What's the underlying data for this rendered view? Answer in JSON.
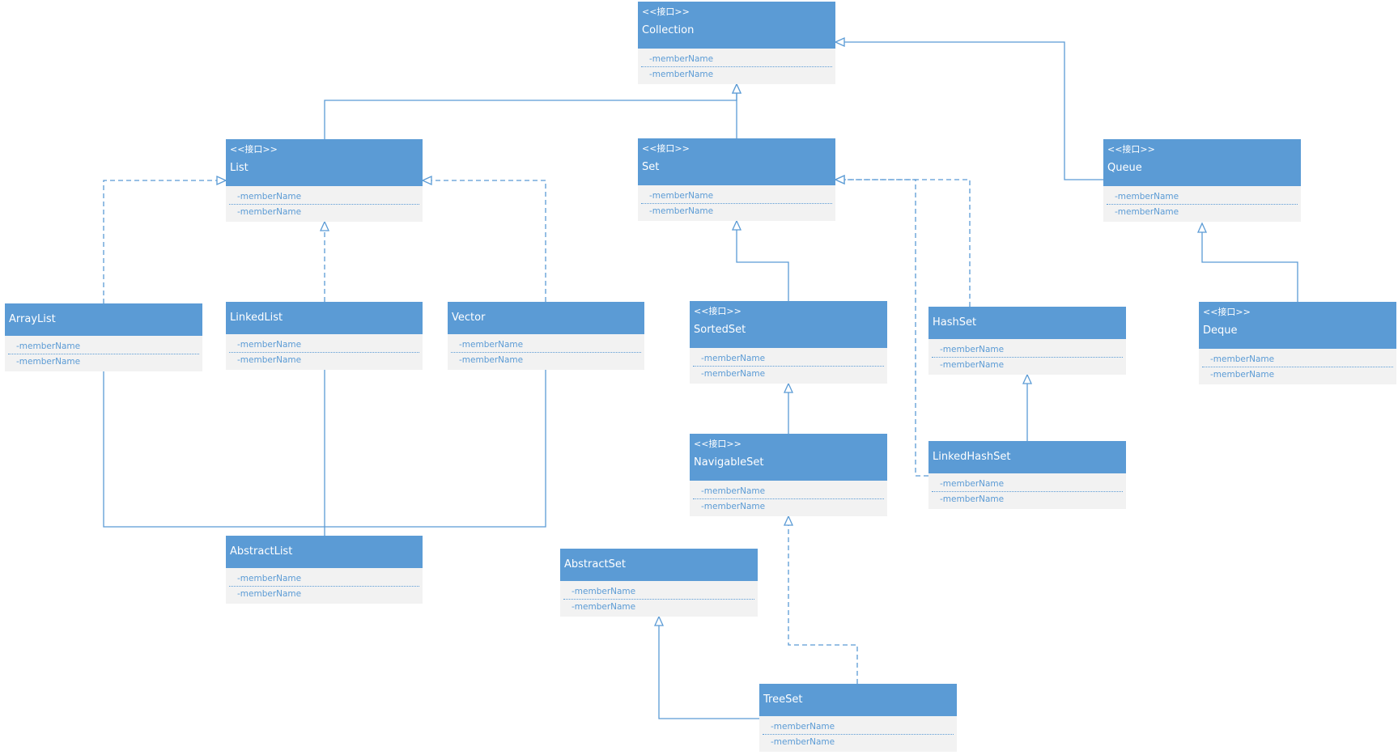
{
  "classes": [
    {
      "id": "collection",
      "stereotype": "<<接口>>",
      "name": "Collection",
      "members": [
        "-memberName",
        "-memberName"
      ]
    },
    {
      "id": "list",
      "stereotype": "<<接口>>",
      "name": "List",
      "members": [
        "-memberName",
        "-memberName"
      ]
    },
    {
      "id": "set",
      "stereotype": "<<接口>>",
      "name": "Set",
      "members": [
        "-memberName",
        "-memberName"
      ]
    },
    {
      "id": "queue",
      "stereotype": "<<接口>>",
      "name": "Queue",
      "members": [
        "-memberName",
        "-memberName"
      ]
    },
    {
      "id": "arraylist",
      "stereotype": "",
      "name": "ArrayList",
      "members": [
        "-memberName",
        "-memberName"
      ]
    },
    {
      "id": "linkedlist",
      "stereotype": "",
      "name": "LinkedList",
      "members": [
        "-memberName",
        "-memberName"
      ]
    },
    {
      "id": "vector",
      "stereotype": "",
      "name": "Vector",
      "members": [
        "-memberName",
        "-memberName"
      ]
    },
    {
      "id": "sortedset",
      "stereotype": "<<接口>>",
      "name": "SortedSet",
      "members": [
        "-memberName",
        "-memberName"
      ]
    },
    {
      "id": "hashset",
      "stereotype": "",
      "name": "HashSet",
      "members": [
        "-memberName",
        "-memberName"
      ]
    },
    {
      "id": "deque",
      "stereotype": "<<接口>>",
      "name": "Deque",
      "members": [
        "-memberName",
        "-memberName"
      ]
    },
    {
      "id": "navigableset",
      "stereotype": "<<接口>>",
      "name": "NavigableSet",
      "members": [
        "-memberName",
        "-memberName"
      ]
    },
    {
      "id": "linkedhashset",
      "stereotype": "",
      "name": "LinkedHashSet",
      "members": [
        "-memberName",
        "-memberName"
      ]
    },
    {
      "id": "abstractlist",
      "stereotype": "",
      "name": "AbstractList",
      "members": [
        "-memberName",
        "-memberName"
      ]
    },
    {
      "id": "abstractset",
      "stereotype": "",
      "name": "AbstractSet",
      "members": [
        "-memberName",
        "-memberName"
      ]
    },
    {
      "id": "treeset",
      "stereotype": "",
      "name": "TreeSet",
      "members": [
        "-memberName",
        "-memberName"
      ]
    }
  ],
  "relations": [
    {
      "from": "list",
      "to": "collection",
      "kind": "generalization"
    },
    {
      "from": "set",
      "to": "collection",
      "kind": "generalization"
    },
    {
      "from": "queue",
      "to": "collection",
      "kind": "generalization"
    },
    {
      "from": "arraylist",
      "to": "list",
      "kind": "realization"
    },
    {
      "from": "linkedlist",
      "to": "list",
      "kind": "realization"
    },
    {
      "from": "vector",
      "to": "list",
      "kind": "realization"
    },
    {
      "from": "sortedset",
      "to": "set",
      "kind": "generalization"
    },
    {
      "from": "hashset",
      "to": "set",
      "kind": "realization"
    },
    {
      "from": "linkedhashset",
      "to": "set",
      "kind": "realization"
    },
    {
      "from": "deque",
      "to": "queue",
      "kind": "generalization"
    },
    {
      "from": "navigableset",
      "to": "sortedset",
      "kind": "generalization"
    },
    {
      "from": "linkedhashset",
      "to": "hashset",
      "kind": "generalization"
    },
    {
      "from": "arraylist",
      "to": "abstractlist",
      "kind": "association"
    },
    {
      "from": "linkedlist",
      "to": "abstractlist",
      "kind": "association"
    },
    {
      "from": "vector",
      "to": "abstractlist",
      "kind": "association"
    },
    {
      "from": "treeset",
      "to": "navigableset",
      "kind": "realization"
    },
    {
      "from": "treeset",
      "to": "abstractset",
      "kind": "generalization"
    }
  ],
  "colors": {
    "header": "#5b9bd5",
    "body": "#f2f2f2",
    "line": "#5b9bd5",
    "text": "#ffffff",
    "member": "#5b9bd5"
  }
}
